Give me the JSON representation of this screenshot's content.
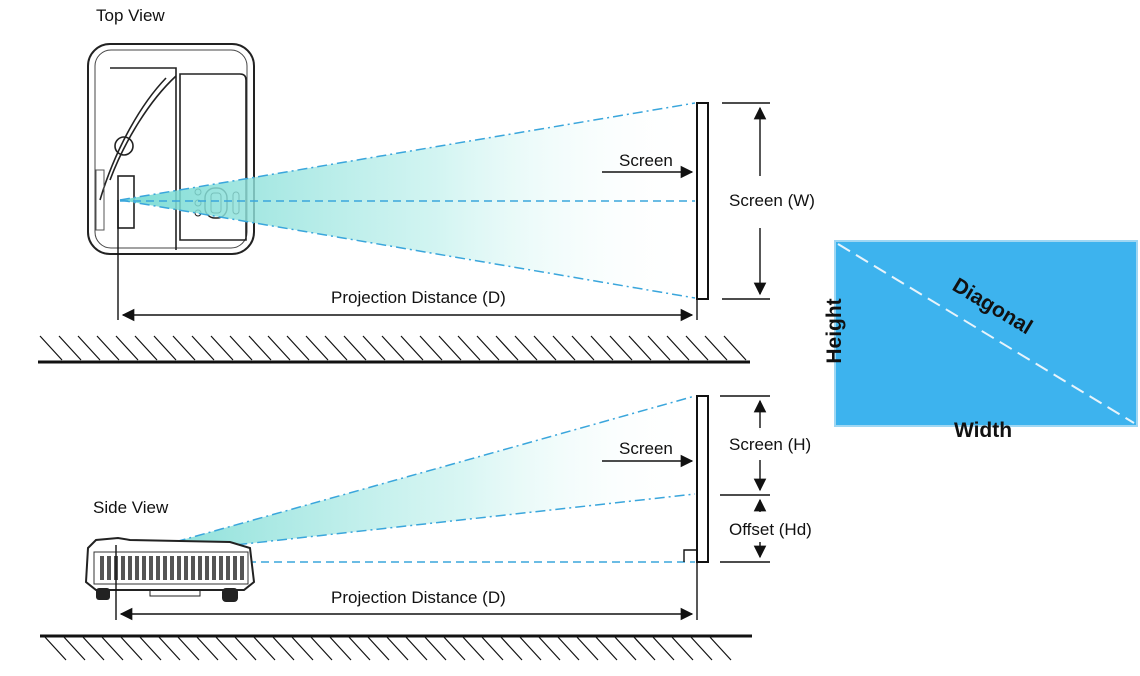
{
  "top_view": {
    "title": "Top View",
    "screen_label": "Screen",
    "screen_width_label": "Screen (W)",
    "distance_label": "Projection Distance (D)"
  },
  "side_view": {
    "title": "Side View",
    "screen_label": "Screen",
    "screen_height_label": "Screen (H)",
    "offset_label": "Offset (Hd)",
    "distance_label": "Projection Distance (D)"
  },
  "screen_diagram": {
    "height_label": "Height",
    "width_label": "Width",
    "diagonal_label": "Diagonal",
    "fill_color": "#3db3ee"
  },
  "colors": {
    "beam": "#3aa6dc",
    "light_cone": "#8fe3dc"
  }
}
